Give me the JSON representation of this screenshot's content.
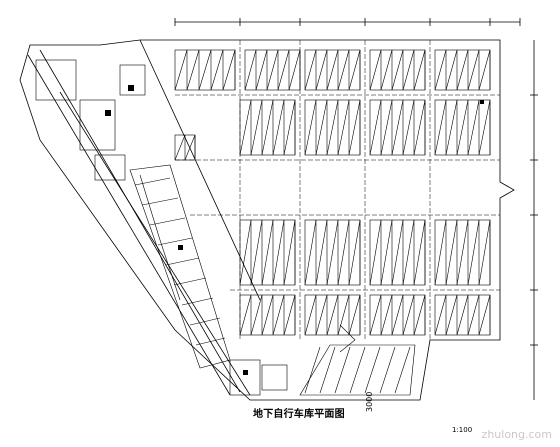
{
  "drawing": {
    "title": "地下自行车库平面图",
    "scale": "1:100",
    "bottom_dimension": "3000",
    "watermark": "zhulong.com"
  }
}
